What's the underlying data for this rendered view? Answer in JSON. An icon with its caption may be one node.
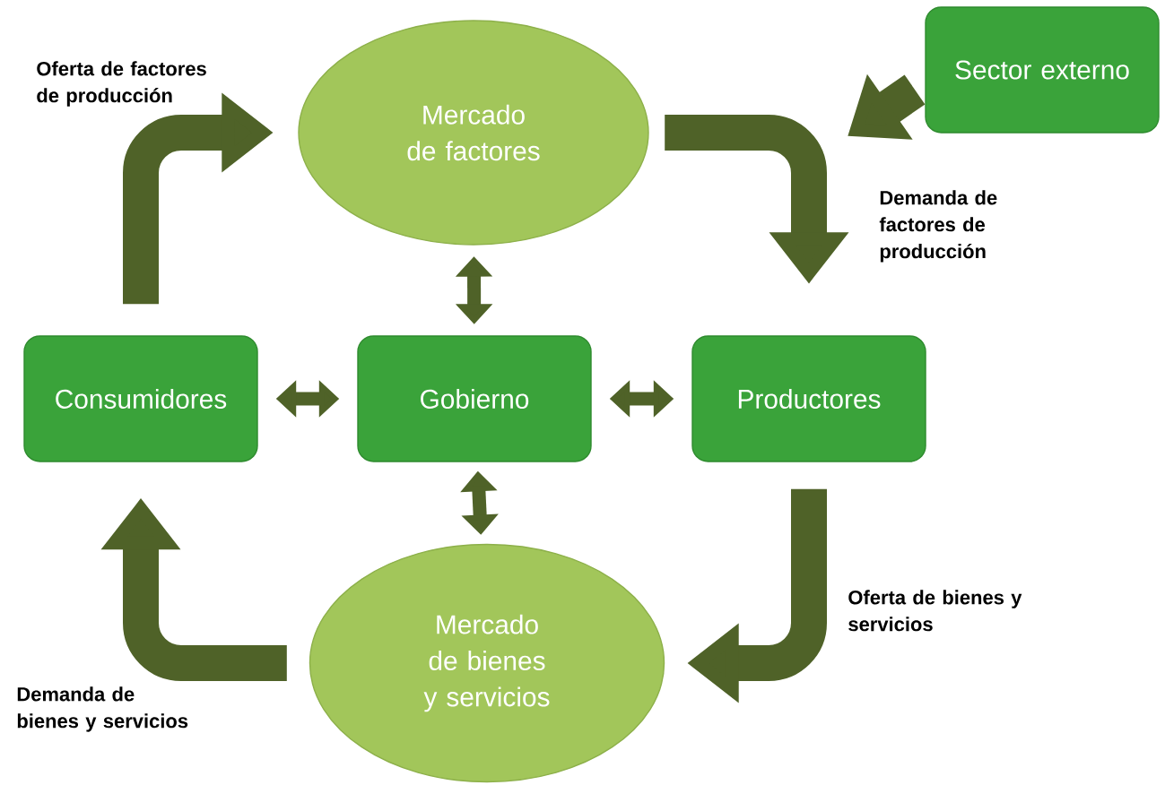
{
  "diagram": {
    "nodes": [
      {
        "text": [
          "Mercado de factores"
        ]
      },
      {
        "text": [
          "Sector externo"
        ]
      },
      {
        "text": [
          "Consumidores"
        ]
      },
      {
        "text": [
          "Gobierno"
        ]
      },
      {
        "text": [
          "Productores"
        ]
      },
      {
        "text": [
          "Mercado de bienes y servicios"
        ]
      }
    ],
    "edges": [
      {
        "from": 2,
        "to": 0,
        "arrow": "to",
        "label": "Oferta de factores de producción"
      },
      {
        "from": 0,
        "to": 4,
        "arrow": "to",
        "label": "Demanda de factores de producción"
      },
      {
        "from": 4,
        "to": 5,
        "arrow": "to",
        "label": "Oferta de bienes y servicios"
      },
      {
        "from": 5,
        "to": 2,
        "arrow": "to",
        "label": "Demanda de bienes y servicios"
      },
      {
        "from": 1,
        "to": null,
        "arrow": "to"
      },
      {
        "from": 3,
        "to": 0,
        "arrow": "both"
      },
      {
        "from": 3,
        "to": 2,
        "arrow": "both"
      },
      {
        "from": 3,
        "to": 4,
        "arrow": "both"
      },
      {
        "from": 3,
        "to": 5,
        "arrow": "both"
      }
    ]
  }
}
